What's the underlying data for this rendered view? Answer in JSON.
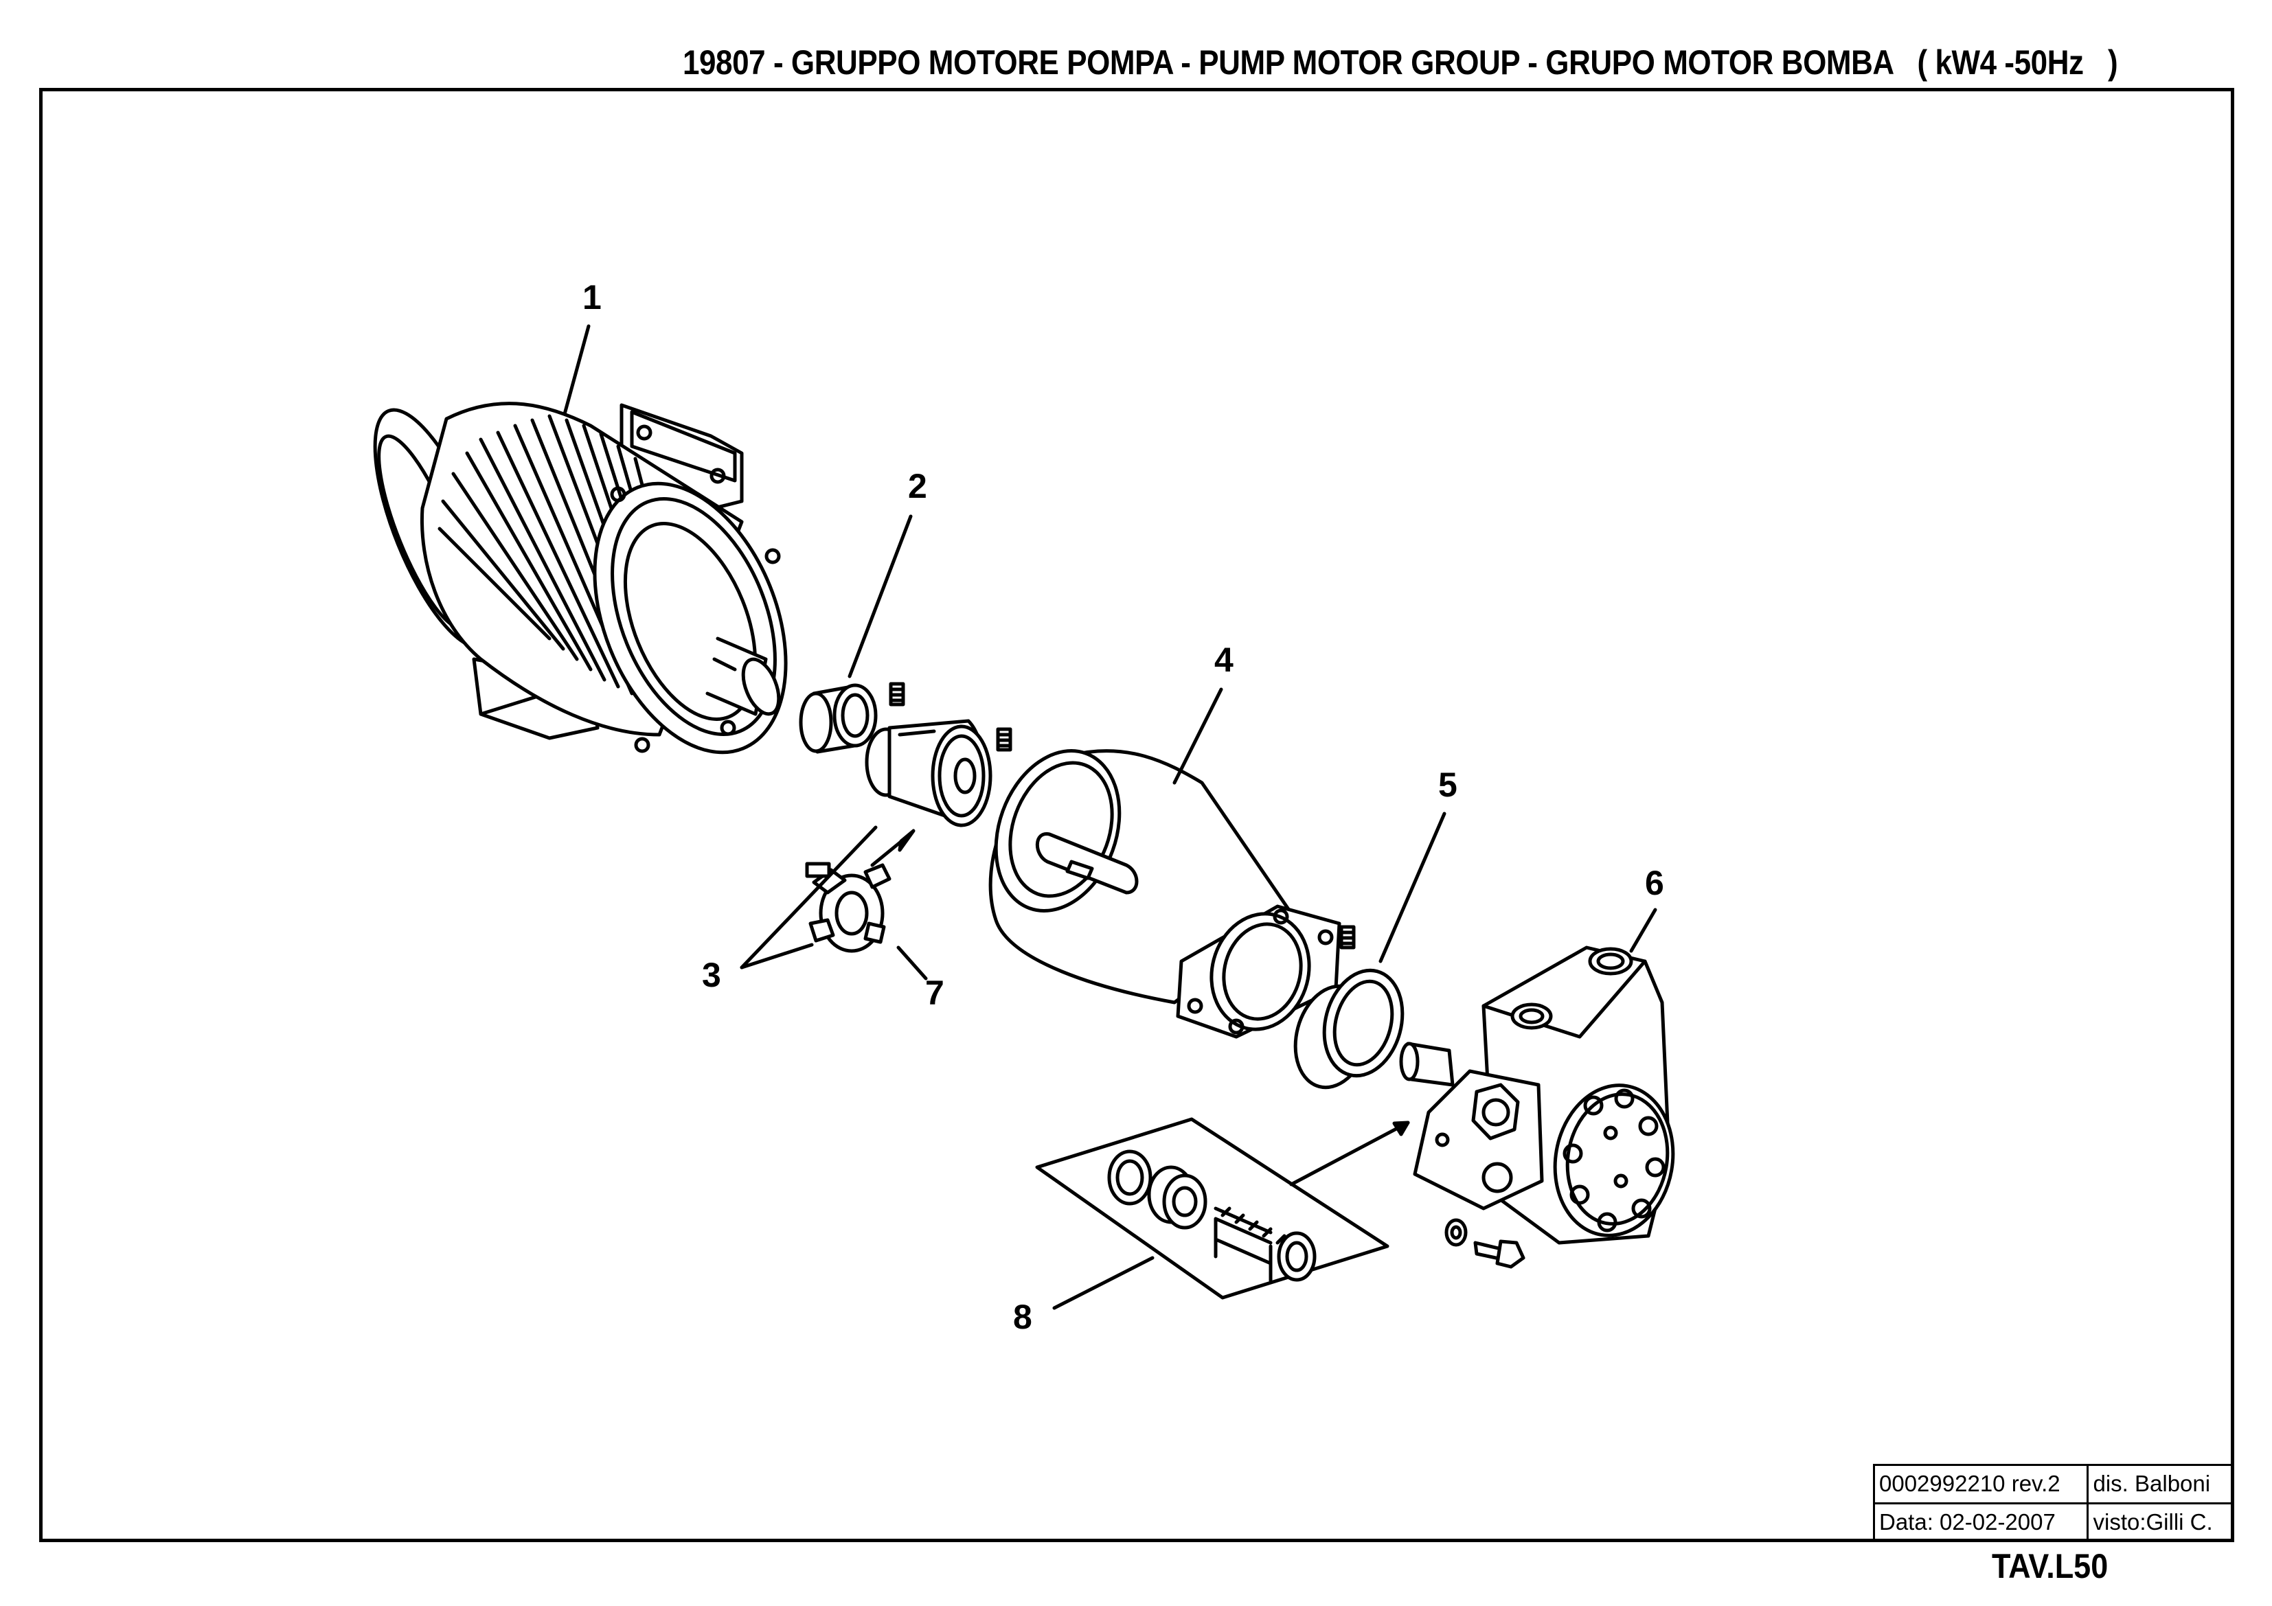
{
  "header": {
    "title": "19807 - GRUPPO MOTORE POMPA - PUMP MOTOR GROUP - GRUPO MOTOR BOMBA   ( kW4 -50Hz   )"
  },
  "callouts": [
    "1",
    "2",
    "3",
    "4",
    "5",
    "6",
    "7",
    "8"
  ],
  "title_block": {
    "drawing_number": "0002992210 rev.2",
    "drawn_by": "dis. Balboni",
    "date": "Data: 02-02-2007",
    "checked_by": "visto:Gilli C."
  },
  "sheet_code": "TAV.L50"
}
